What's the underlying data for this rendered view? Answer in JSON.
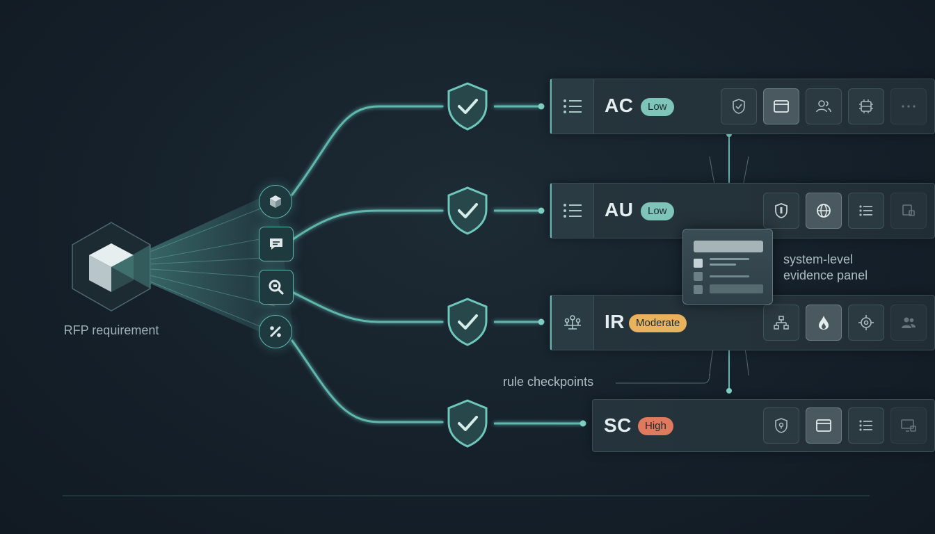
{
  "requirement": {
    "label": "RFP requirement"
  },
  "hub_icons": [
    "cube-icon",
    "chat-icon",
    "magnifier-icon",
    "percent-icon"
  ],
  "families": [
    {
      "code": "AC",
      "level": "Low",
      "level_color": "#7fc4b8",
      "tiles": [
        {
          "icon": "shield-icon",
          "active": false,
          "faded": false
        },
        {
          "icon": "window-icon",
          "active": true,
          "faded": false
        },
        {
          "icon": "users-icon",
          "active": false,
          "faded": false
        },
        {
          "icon": "chip-icon",
          "active": false,
          "faded": false
        },
        {
          "icon": "more-icon",
          "active": false,
          "faded": true
        }
      ]
    },
    {
      "code": "AU",
      "level": "Low",
      "level_color": "#7fc4b8",
      "tiles": [
        {
          "icon": "shield-icon",
          "active": false,
          "faded": false
        },
        {
          "icon": "globe-icon",
          "active": true,
          "faded": false
        },
        {
          "icon": "list-icon",
          "active": false,
          "faded": false
        },
        {
          "icon": "device-icon",
          "active": false,
          "faded": true
        }
      ]
    },
    {
      "code": "IR",
      "level": "Moderate",
      "level_color": "#e9b35e",
      "tiles": [
        {
          "icon": "hierarchy-icon",
          "active": false,
          "faded": false
        },
        {
          "icon": "flame-icon",
          "active": true,
          "faded": false
        },
        {
          "icon": "target-icon",
          "active": false,
          "faded": false
        },
        {
          "icon": "users-icon",
          "active": false,
          "faded": true
        }
      ]
    },
    {
      "code": "SC",
      "level": "High",
      "level_color": "#e07a5f",
      "tiles": [
        {
          "icon": "shield-icon",
          "active": false,
          "faded": false
        },
        {
          "icon": "window-icon",
          "active": true,
          "faded": false
        },
        {
          "icon": "list-icon",
          "active": false,
          "faded": false
        },
        {
          "icon": "monitor-lock-icon",
          "active": false,
          "faded": true
        }
      ]
    }
  ],
  "evidence_panel": {
    "label_line1": "system-level",
    "label_line2": "evidence panel"
  },
  "checkpoints": {
    "label": "rule checkpoints"
  },
  "colors": {
    "accent": "#5fb7ad",
    "background": "#15202a"
  }
}
